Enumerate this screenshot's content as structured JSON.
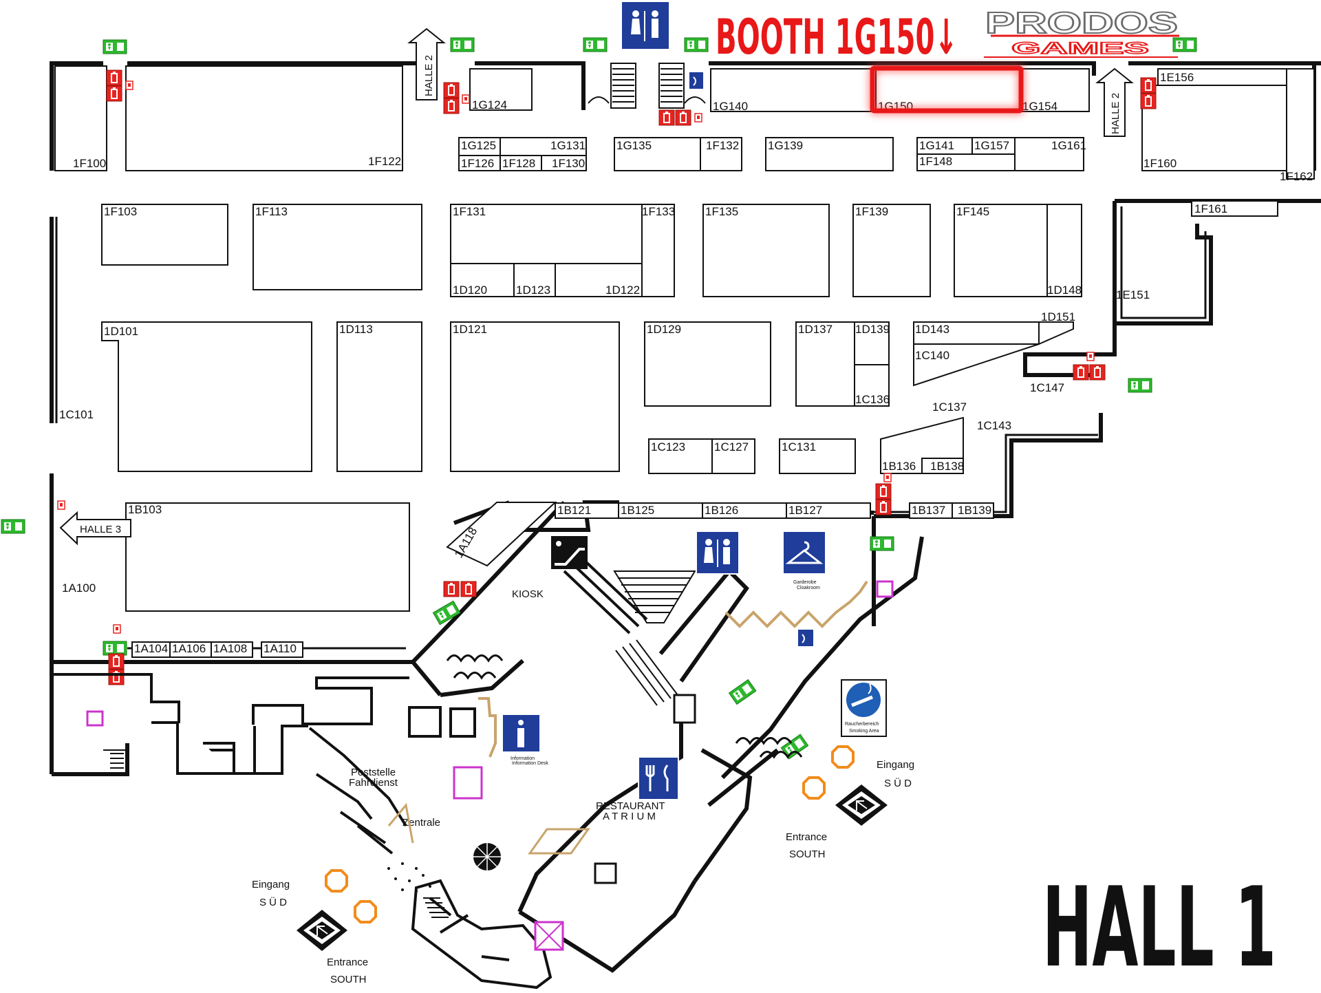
{
  "header": {
    "booth_callout": "BOOTH 1G150↓",
    "brand_top": "PRODOS",
    "brand_bottom": "GAMES"
  },
  "hall_title": "HALL 1",
  "highlight": {
    "booth": "1G150",
    "color": "#e81818"
  },
  "colors": {
    "exit": "#2db82d",
    "fire": "#e52520",
    "info": "#1f3d99",
    "accent_red": "#e81818",
    "entrance_orange": "#f28c1c",
    "magenta": "#cc33cc"
  },
  "booths": [
    "1G124",
    "1G140",
    "1G150",
    "1G154",
    "1E156",
    "1G125",
    "1G131",
    "1G135",
    "1F132",
    "1G139",
    "1G141",
    "1G157",
    "1G161",
    "1F100",
    "1F122",
    "1F126",
    "1F128",
    "1F130",
    "1F148",
    "1F160",
    "1F162",
    "1F103",
    "1F113",
    "1F131",
    "1F133",
    "1F135",
    "1F139",
    "1F145",
    "1F161",
    "1D120",
    "1D123",
    "1D122",
    "1D148",
    "1E151",
    "1D101",
    "1D113",
    "1D121",
    "1D129",
    "1D137",
    "1D139",
    "1D143",
    "1D151",
    "1C140",
    "1C136",
    "1C101",
    "1C147",
    "1C137",
    "1C143",
    "1C123",
    "1C127",
    "1C131",
    "1B136",
    "1B138",
    "1B103",
    "1B121",
    "1B125",
    "1B126",
    "1B127",
    "1B137",
    "1B139",
    "1A118",
    "1A100",
    "1A104",
    "1A106",
    "1A108",
    "1A110"
  ],
  "labels": {
    "halle2_left": "HALLE 2",
    "halle2_right": "HALLE 2",
    "halle3": "HALLE 3",
    "kiosk": "KIOSK",
    "garderobe": "Garderobe",
    "garderobe_en": "Cloakroom",
    "information": "Information",
    "information_en": "Information Desk",
    "poststelle": "Poststelle",
    "fahrdienst": "Fahrdienst",
    "zentrale": "Zentrale",
    "restaurant": "RESTAURANT",
    "atrium": "A T R I U M",
    "raucher": "Raucherbereich",
    "raucher_en": "Smoking Area",
    "eingang_right": "Eingang",
    "sud_right": "S Ü D",
    "entrance_right": "Entrance",
    "south_right": "SOUTH",
    "eingang_left": "Eingang",
    "sud_left": "S Ü D",
    "entrance_left": "Entrance",
    "south_left": "SOUTH"
  },
  "icons": [
    "toilet-icon",
    "exit-sign-icon",
    "fire-extinguisher-icon",
    "escalator-icon",
    "cloakroom-hanger-icon",
    "info-icon",
    "restaurant-icon",
    "no-smoking-icon",
    "phone-icon",
    "entrance-arrow-icon",
    "stairs-icon"
  ]
}
